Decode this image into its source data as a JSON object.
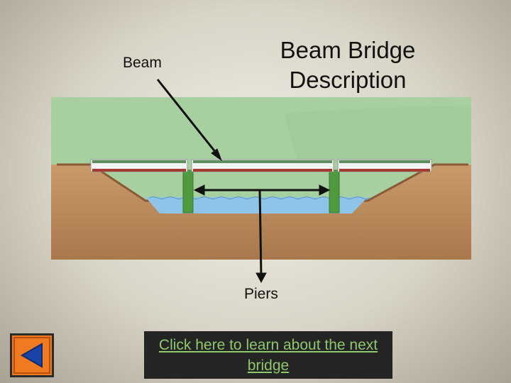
{
  "slide": {
    "title": "Beam Bridge Description",
    "beam_label": "Beam",
    "piers_label": "Piers"
  },
  "link": {
    "text": "Click here to learn about the next bridge"
  },
  "nav": {
    "back_icon": "back-arrow-icon"
  },
  "colors": {
    "sky": "#a8cfa0",
    "water": "#8fc4e8",
    "soil": "#b9875a",
    "pier": "#4f9a3f",
    "link_text": "#8dc86b",
    "link_box": "#242424",
    "nav_button": "#f07a21"
  }
}
